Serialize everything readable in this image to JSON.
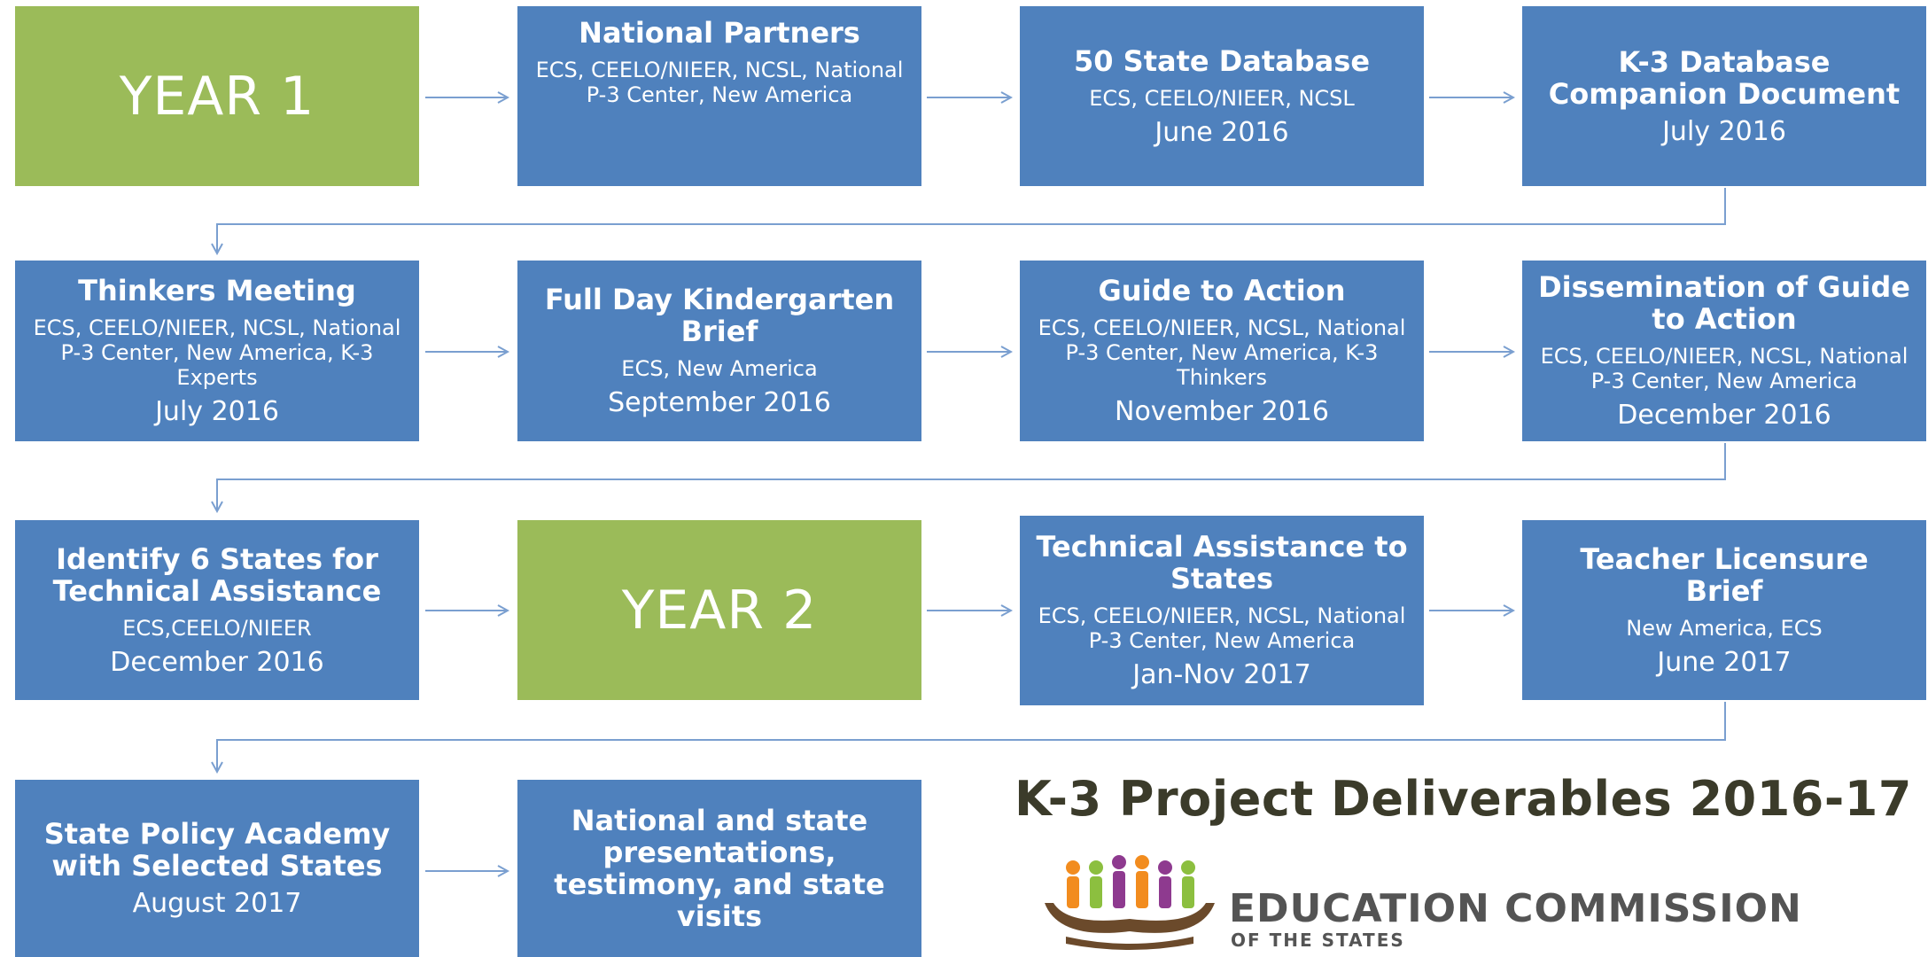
{
  "year1": "YEAR 1",
  "year2": "YEAR 2",
  "boxes": {
    "national_partners": {
      "title": "National Partners",
      "orgs": "ECS, CEELO/NIEER, NCSL, National P-3 Center, New America"
    },
    "state_database": {
      "title": "50 State Database",
      "orgs": "ECS, CEELO/NIEER, NCSL",
      "date": "June 2016"
    },
    "k3_companion": {
      "title": "K-3 Database Companion Document",
      "date": "July 2016"
    },
    "thinkers_meeting": {
      "title": "Thinkers Meeting",
      "orgs": "ECS, CEELO/NIEER, NCSL, National P-3 Center, New America, K-3 Experts",
      "date": "July 2016"
    },
    "full_day_k": {
      "title": "Full Day Kindergarten Brief",
      "orgs": "ECS, New America",
      "date": "September 2016"
    },
    "guide_to_action": {
      "title": "Guide to Action",
      "orgs": "ECS, CEELO/NIEER, NCSL, National P-3 Center, New America, K-3 Thinkers",
      "date": "November 2016"
    },
    "dissemination": {
      "title": "Dissemination of Guide to Action",
      "orgs": "ECS, CEELO/NIEER, NCSL, National P-3 Center, New America",
      "date": "December 2016"
    },
    "identify_states": {
      "title": "Identify 6 States for Technical Assistance",
      "orgs": "ECS,CEELO/NIEER",
      "date": "December 2016"
    },
    "technical_assistance": {
      "title": "Technical Assistance to States",
      "orgs": "ECS, CEELO/NIEER, NCSL, National P-3 Center, New America",
      "date": "Jan-Nov 2017"
    },
    "teacher_licensure": {
      "title": "Teacher Licensure Brief",
      "orgs": "New America, ECS",
      "date": "June 2017"
    },
    "policy_academy": {
      "title": "State Policy Academy with Selected States",
      "date": "August 2017"
    },
    "presentations": {
      "title": "National and state presentations, testimony, and state visits"
    }
  },
  "page_title": "K-3 Project Deliverables 2016-17",
  "logo": {
    "name": "EDUCATION COMMISSION",
    "sub": "OF THE STATES",
    "colors": [
      "#f28c1e",
      "#8cbf3f",
      "#8e3a8f",
      "#f28c1e",
      "#8e3a8f",
      "#8cbf3f"
    ],
    "hands_color": "#6b4a2b"
  },
  "colors": {
    "box_blue": "#4f81bd",
    "year_green": "#9bbb59",
    "connector": "#7a9fd0",
    "title_text": "#3b3b2a"
  }
}
